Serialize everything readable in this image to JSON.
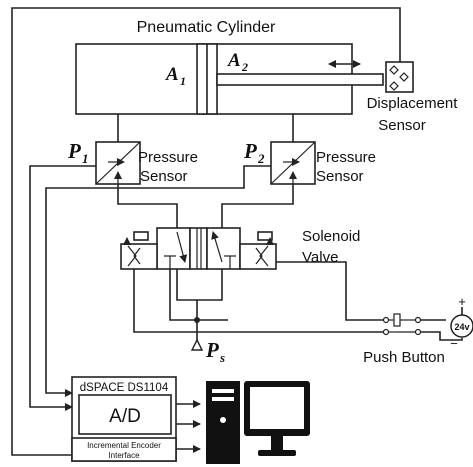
{
  "diagram": {
    "cylinder_title": "Pneumatic Cylinder",
    "chamber1_label": "A",
    "chamber1_sub": "1",
    "chamber2_label": "A",
    "chamber2_sub": "2",
    "displacement_sensor_line1": "Displacement",
    "displacement_sensor_line2": "Sensor",
    "pressure1_label": "P",
    "pressure1_sub": "1",
    "pressure2_label": "P",
    "pressure2_sub": "2",
    "pressure_sensor1_line1": "Pressure",
    "pressure_sensor1_line2": "Sensor",
    "pressure_sensor2_line1": "Pressure",
    "pressure_sensor2_line2": "Sensor",
    "solenoid_line1": "Solenoid",
    "solenoid_line2": "Valve",
    "supply_label": "P",
    "supply_sub": "s",
    "push_button_label": "Push Button",
    "battery_label": "24v",
    "battery_plus": "+",
    "battery_minus": "−",
    "dspace_title": "dSPACE DS1104",
    "ad_label": "A/D",
    "encoder_line1": "Incremental Encoder",
    "encoder_line2": "Interface"
  }
}
